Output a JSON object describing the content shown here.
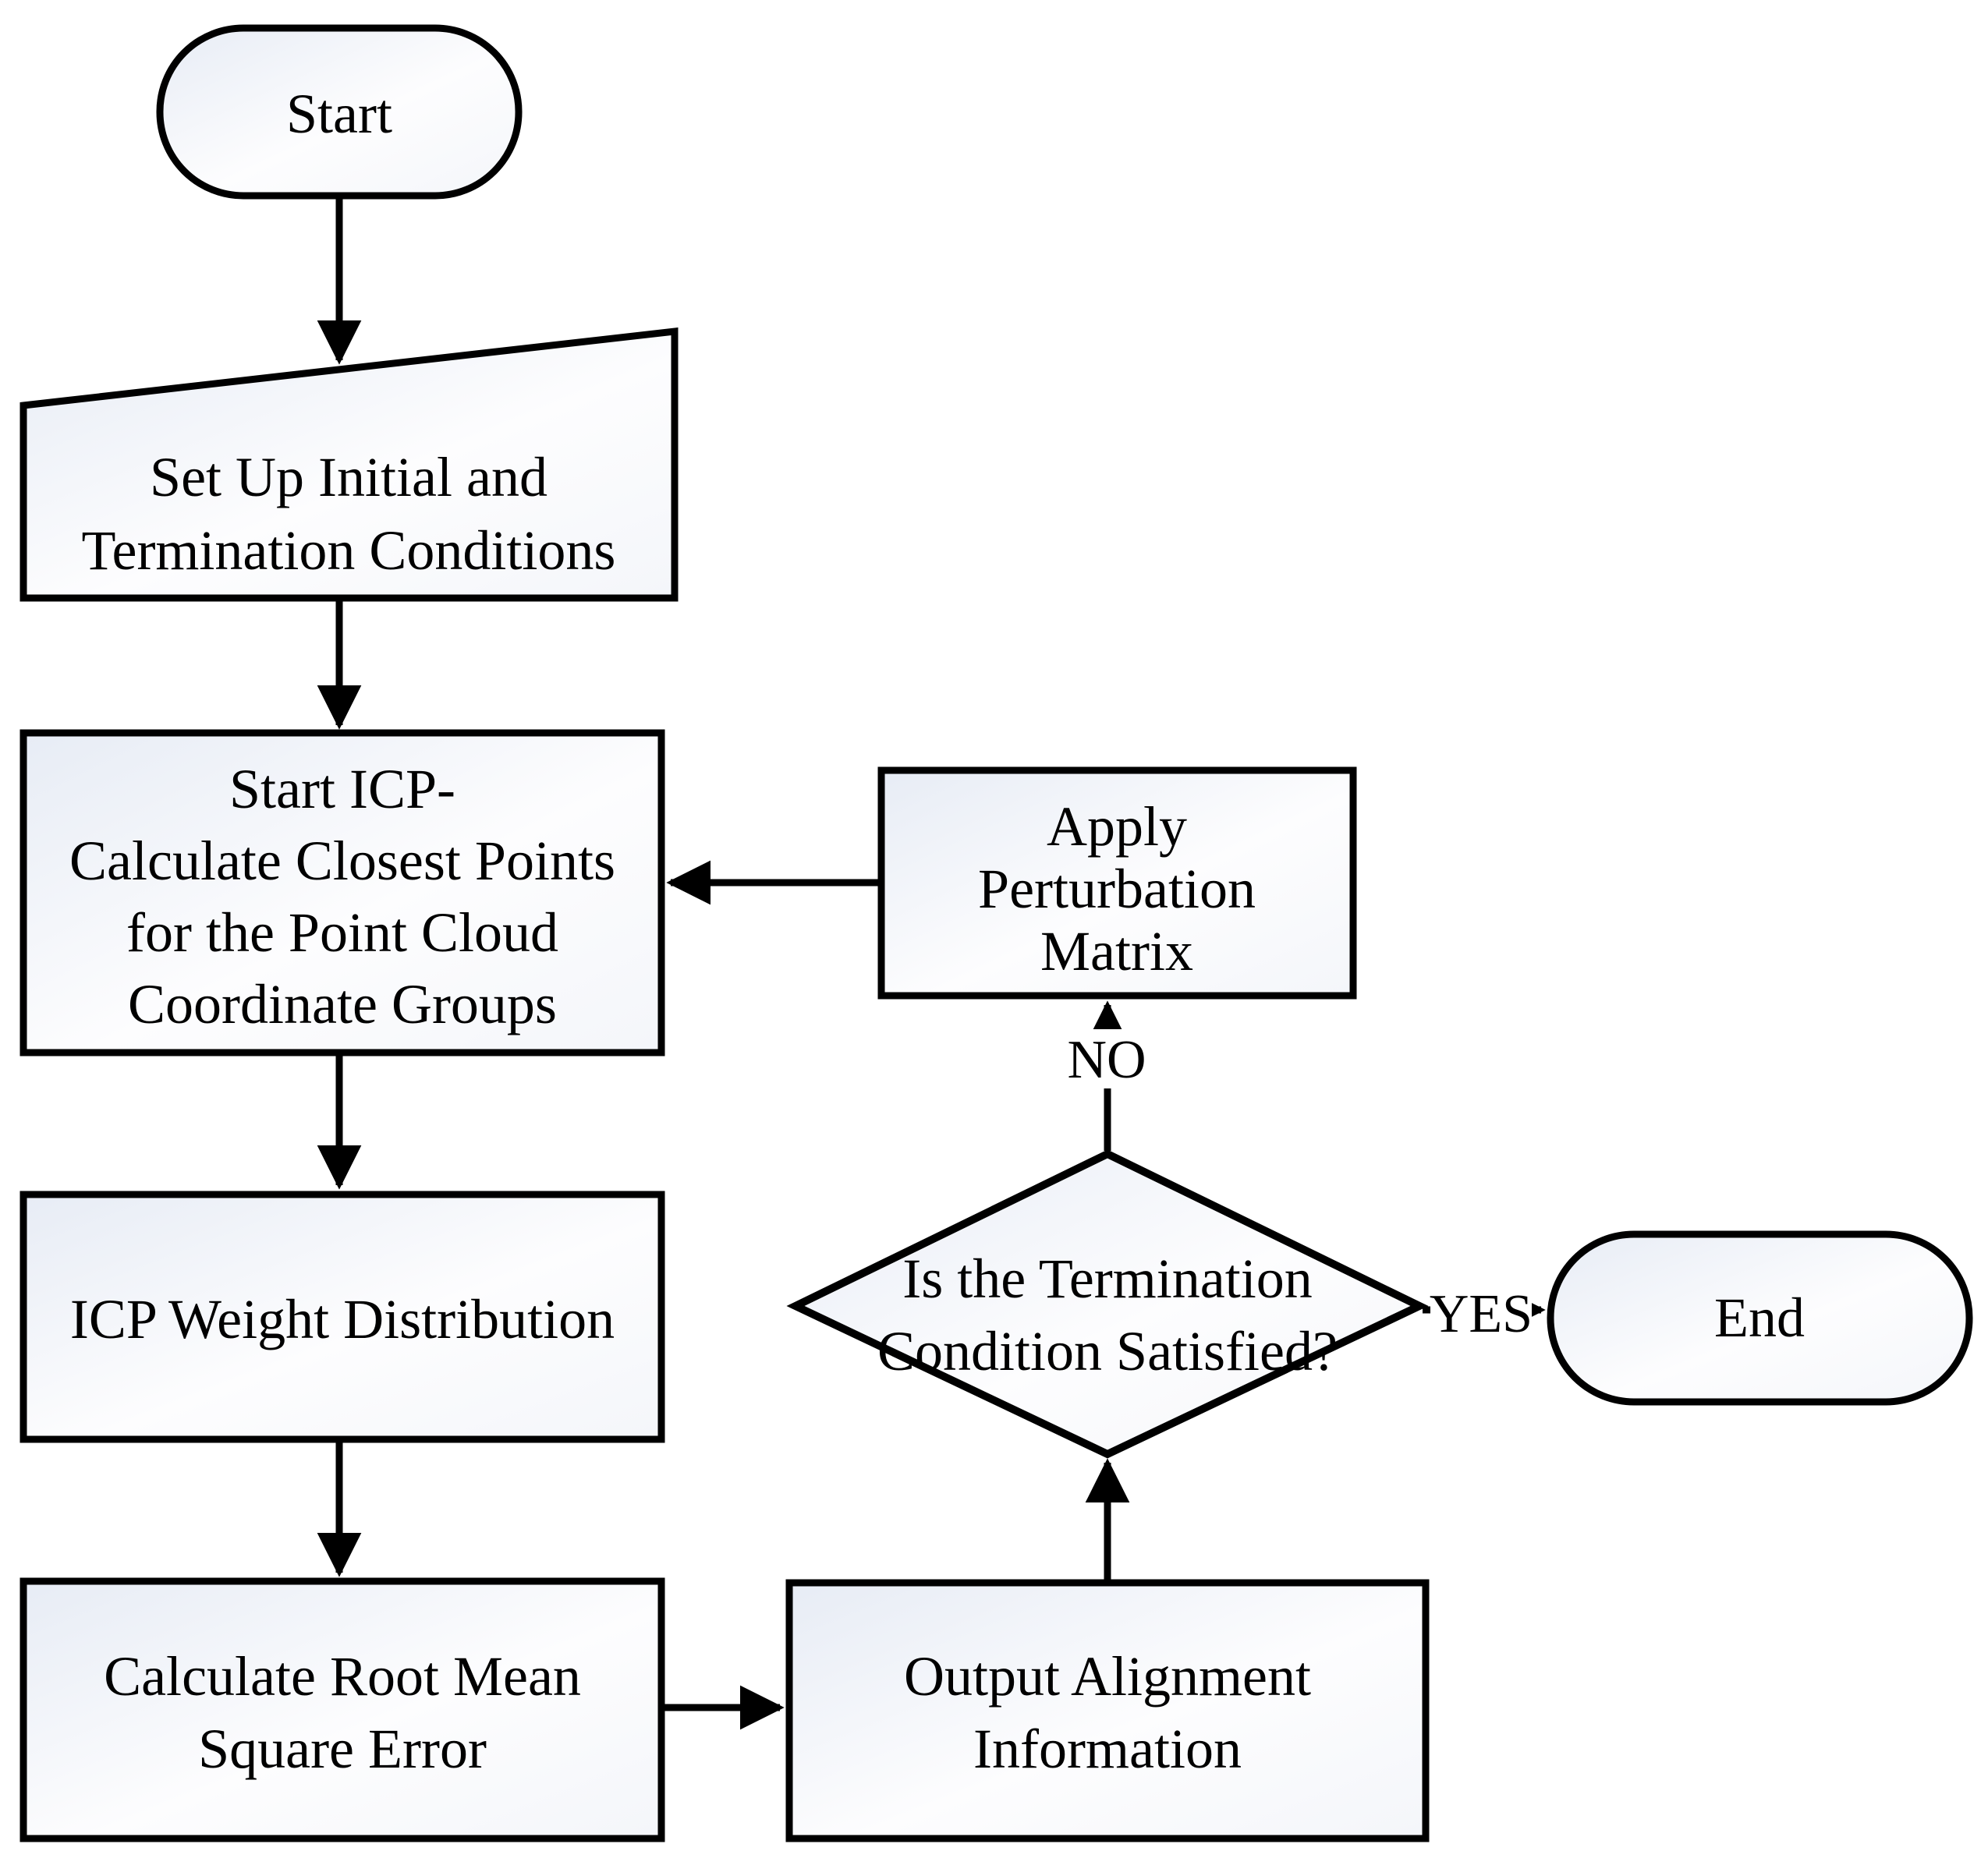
{
  "diagram": {
    "background": "#ffffff",
    "stroke_color": "#000000",
    "node_fill_top_left": "#e7ecf5",
    "node_fill_main": "#fdfdfe",
    "node_fill_bottom_right": "#f4f6fa"
  },
  "nodes": {
    "start": {
      "label": "Start"
    },
    "setup": {
      "lines": [
        "Set Up Initial and",
        "Termination Conditions"
      ]
    },
    "start_icp": {
      "lines": [
        "Start ICP-",
        "Calculate Closest Points",
        "for the Point Cloud",
        "Coordinate Groups"
      ]
    },
    "icp_weight": {
      "lines": [
        "ICP Weight Distribution"
      ]
    },
    "rmse": {
      "lines": [
        "Calculate Root Mean",
        "Square Error"
      ]
    },
    "output": {
      "lines": [
        "Output Alignment",
        "Information"
      ]
    },
    "decision": {
      "lines": [
        "Is the Termination",
        "Condition Satisfied?"
      ]
    },
    "perturbation": {
      "lines": [
        "Apply",
        "Perturbation",
        "Matrix"
      ]
    },
    "end": {
      "label": "End"
    }
  },
  "edge_labels": {
    "no": "NO",
    "yes": "YES"
  }
}
